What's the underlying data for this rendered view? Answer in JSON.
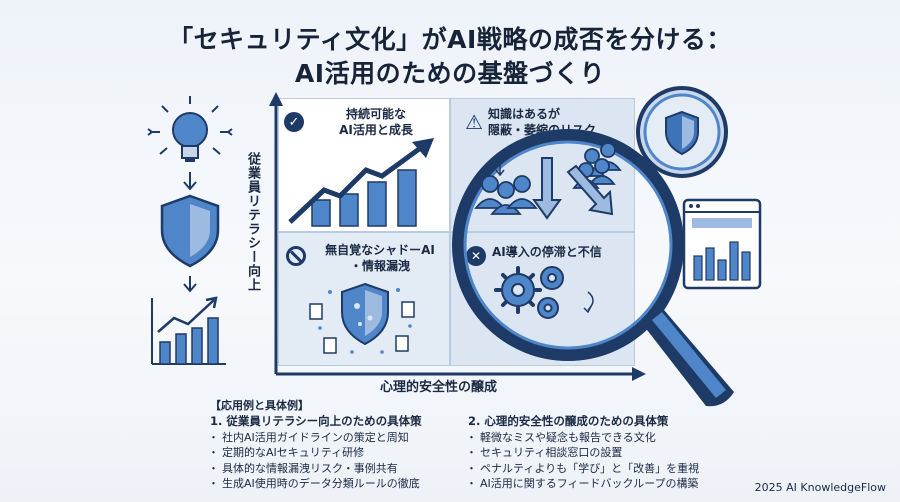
{
  "title": {
    "line1": "「セキュリティ文化」がAI戦略の成否を分ける：",
    "line2": "AI活用のための基盤づくり"
  },
  "axes": {
    "y_label": "従業員リテラシー向上",
    "x_label": "心理的安全性の醸成"
  },
  "quadrants": {
    "top_left": {
      "line1": "持続可能な",
      "line2": "AI活用と成長",
      "icon": "check-circle-icon"
    },
    "top_right": {
      "line1": "知識はあるが",
      "line2": "隠蔽・萎縮のリスク",
      "icon": "warning-icon"
    },
    "bottom_left": {
      "line1": "無自覚なシャドーAI",
      "line2": "・情報漏洩",
      "icon": "prohibited-icon"
    },
    "bottom_right": {
      "line1": "AI導入の停滞と不信",
      "icon": "x-circle-icon"
    }
  },
  "examples": {
    "heading": "【応用例と具体例】",
    "col1": {
      "title": "1. 従業員リテラシー向上のための具体策",
      "items": [
        "社内AI活用ガイドラインの策定と周知",
        "定期的なAIセキュリティ研修",
        "具体的な情報漏洩リスク・事例共有",
        "生成AI使用時のデータ分類ルールの徹底"
      ]
    },
    "col2": {
      "title": "2. 心理的安全性の醸成のための具体策",
      "items": [
        "軽微なミスや疑念も報告できる文化",
        "セキュリティ相談窓口の設置",
        "ペナルティよりも「学び」と「改善」を重視",
        "AI活用に関するフィードバックループの構築"
      ]
    }
  },
  "footer": "2025 AI KnowledgeFlow",
  "colors": {
    "navy": "#1e3a66",
    "blue": "#3f73b8",
    "light_blue": "#9dbbe0",
    "pale": "#dbe6f2"
  }
}
